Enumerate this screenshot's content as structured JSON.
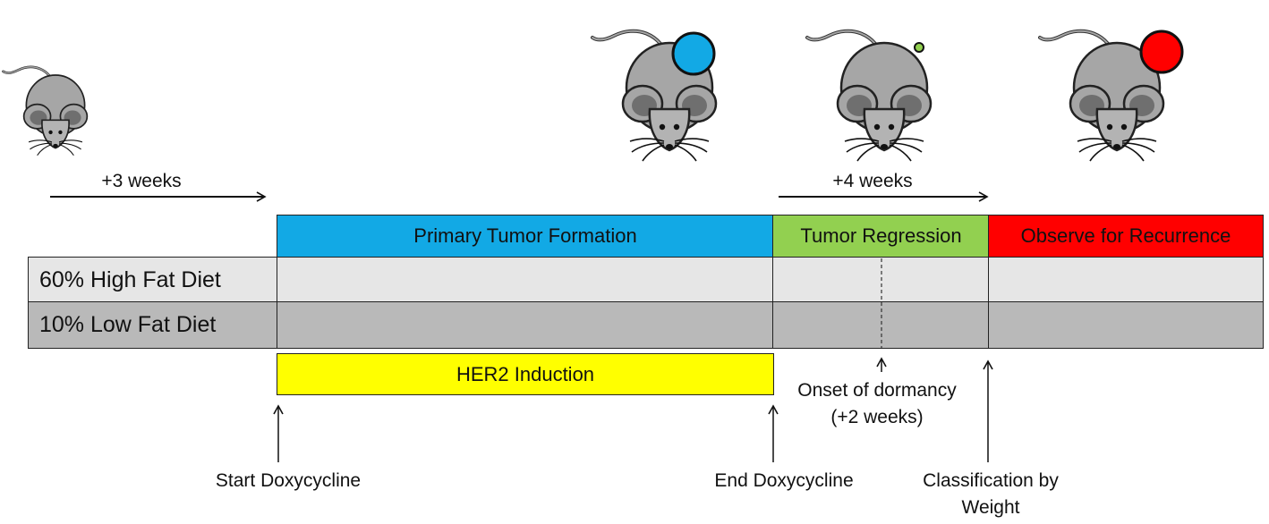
{
  "colors": {
    "primary_formation": "#12A9E5",
    "regression": "#92D050",
    "recurrence": "#FF0000",
    "her2": "#FFFF00",
    "high_fat_row": "#E6E6E6",
    "low_fat_row": "#B9B9B9",
    "mouse_body": "#A6A6A6",
    "tumor_blue": "#12A9E5",
    "tumor_green": "#92D050",
    "tumor_red": "#FF0000"
  },
  "durations": {
    "pre": "+3 weeks",
    "regression": "+4 weeks"
  },
  "phases": {
    "primary": "Primary Tumor Formation",
    "regression": "Tumor Regression",
    "recurrence": "Observe for Recurrence"
  },
  "diets": {
    "high": "60% High Fat Diet",
    "low": "10% Low Fat Diet"
  },
  "her2": "HER2 Induction",
  "events": {
    "start": "Start Doxycycline",
    "end": "End Doxycycline",
    "dormancy_1": "Onset of dormancy",
    "dormancy_2": "(+2 weeks)",
    "classification_1": "Classification by",
    "classification_2": "Weight"
  },
  "mice": [
    {
      "stage": "start",
      "tumor": "none"
    },
    {
      "stage": "primary",
      "tumor": "large-blue"
    },
    {
      "stage": "regression",
      "tumor": "small-green"
    },
    {
      "stage": "recurrence",
      "tumor": "large-red"
    }
  ]
}
